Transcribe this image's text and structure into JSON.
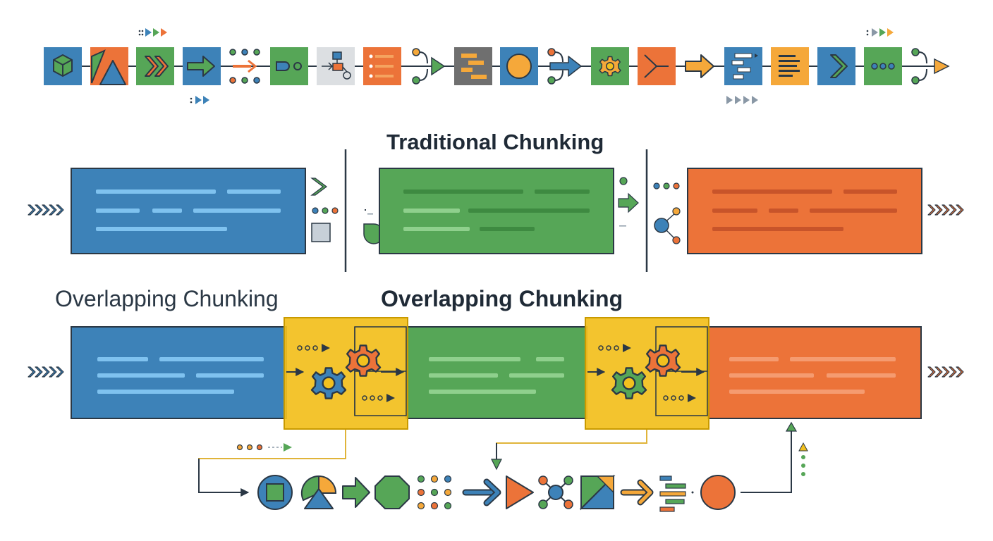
{
  "titles": {
    "traditional": "Traditional Chunking",
    "overlapping_left": "Overlapping Chunking",
    "overlapping_center": "Overlapping Chunking"
  },
  "colors": {
    "blue": "#3d82b8",
    "green": "#56a657",
    "orange": "#ec7339",
    "yellow": "#f2c01e",
    "amber": "#f5a83a",
    "grey": "#6f6f6f",
    "light_grey": "#dcdfe2",
    "dark": "#2b3845",
    "blue_text_line": "#7fc2ef",
    "green_text_line": "#8fd08d",
    "orange_text_line": "#f59b70"
  },
  "icons": {
    "top_pipeline": [
      "cube-icon",
      "shapes-icon",
      "chevron-right-icon",
      "arrow-right-icon",
      "dot-grid-icon",
      "connector-icon",
      "flowchart-icon",
      "list-icon",
      "branch-arrow-icon",
      "gantt-icon",
      "circle-icon",
      "merge-arrow-icon",
      "gear-icon",
      "split-icon",
      "arrow-right-icon",
      "bar-list-icon",
      "document-icon",
      "chevron-right-icon",
      "dots-icon",
      "branch-arrow-icon"
    ],
    "bottom_pipeline": [
      "square-in-circle-icon",
      "pie-triangle-icon",
      "arrow-right-icon",
      "octagon-icon",
      "dot-grid-icon",
      "arrow-right-icon",
      "triangle-icon",
      "network-icon",
      "split-square-icon",
      "arrow-right-icon",
      "bar-list-icon",
      "circle-icon"
    ]
  }
}
